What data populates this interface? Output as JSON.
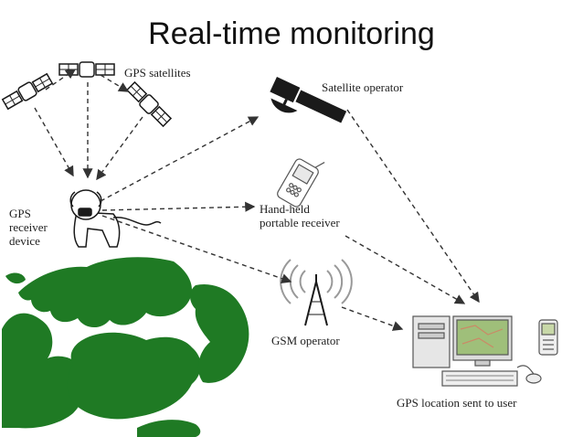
{
  "title": "Real-time monitoring",
  "labels": {
    "gps_satellites": "GPS satellites",
    "satellite_operator": "Satellite operator",
    "gps_receiver": [
      "GPS",
      "receiver",
      "device"
    ],
    "hand_held": [
      "Hand-held",
      "portable receiver"
    ],
    "gsm_operator": "GSM operator",
    "gps_location": "GPS location sent to user"
  },
  "colors": {
    "earth_green": "#1f7a24",
    "ink": "#1a1a1a",
    "arrow": "#333333",
    "screen": "#9fbf7a"
  },
  "icons": [
    "satellite-icon",
    "satellite-dish-icon",
    "lion-icon",
    "handheld-device-icon",
    "cell-tower-icon",
    "desktop-computer-icon",
    "mobile-phone-icon",
    "earth-globe-icon"
  ]
}
